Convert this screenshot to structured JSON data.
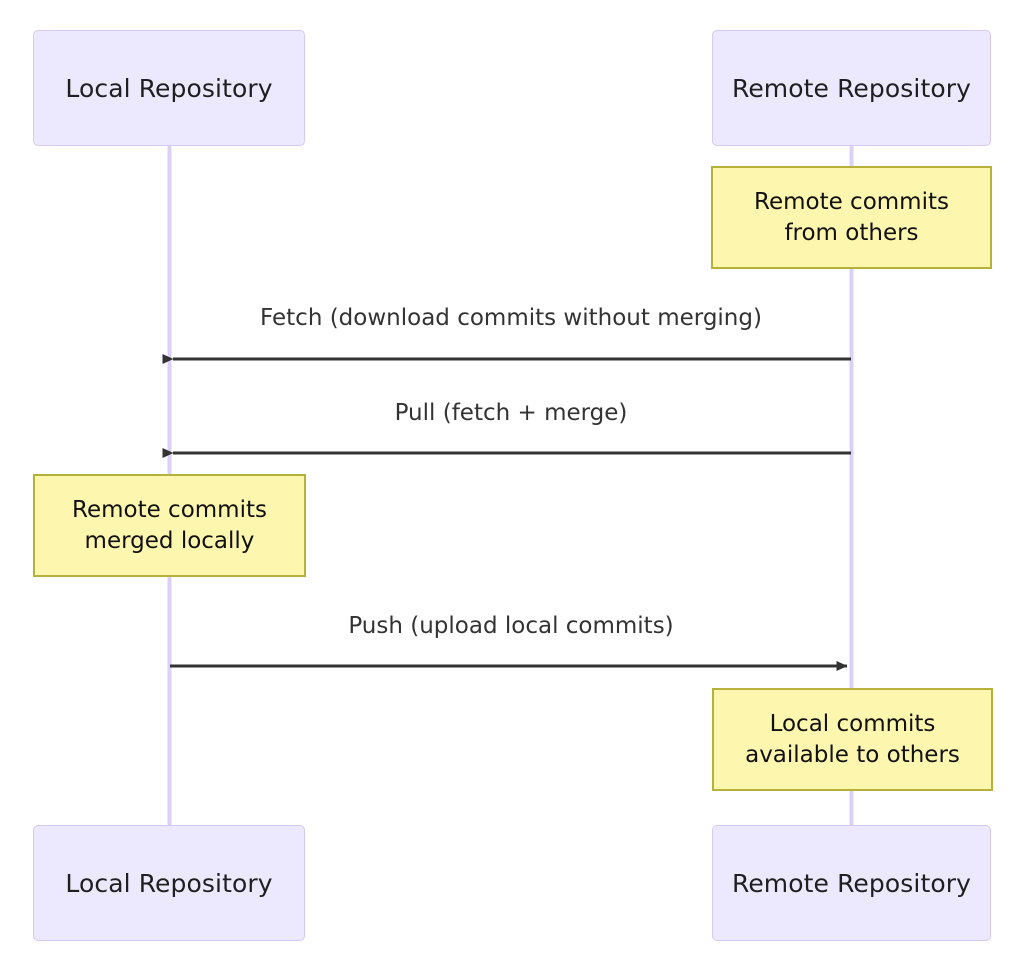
{
  "diagram": {
    "type": "sequence-diagram",
    "title": "",
    "background_color": "#ffffff",
    "colors": {
      "participant_fill": "#ECE8FD",
      "participant_border": "#D6C9F2",
      "lifeline": "#DCD0F7",
      "note_fill": "#FCF6AE",
      "note_border": "#B6B139",
      "arrow": "#333333",
      "text": "#333333"
    }
  },
  "participants": [
    {
      "id": "local",
      "label": "Local Repository",
      "top_label": "Local Repository",
      "bottom_label": "Local Repository"
    },
    {
      "id": "remote",
      "label": "Remote Repository",
      "top_label": "Remote Repository",
      "bottom_label": "Remote Repository"
    }
  ],
  "notes": [
    {
      "id": "note-remote-commits-from-others",
      "over": "remote",
      "line1": "Remote commits",
      "line2": "from others"
    },
    {
      "id": "note-remote-commits-merged-locally",
      "over": "local",
      "line1": "Remote commits",
      "line2": "merged locally"
    },
    {
      "id": "note-local-commits-available-to-others",
      "over": "remote",
      "line1": "Local commits",
      "line2": "available to others"
    }
  ],
  "messages": [
    {
      "id": "msg-fetch",
      "label": "Fetch (download commits without merging)",
      "from": "remote",
      "to": "local",
      "direction": "right-to-left"
    },
    {
      "id": "msg-pull",
      "label": "Pull (fetch + merge)",
      "from": "remote",
      "to": "local",
      "direction": "right-to-left"
    },
    {
      "id": "msg-push",
      "label": "Push (upload local commits)",
      "from": "local",
      "to": "remote",
      "direction": "left-to-right"
    }
  ]
}
